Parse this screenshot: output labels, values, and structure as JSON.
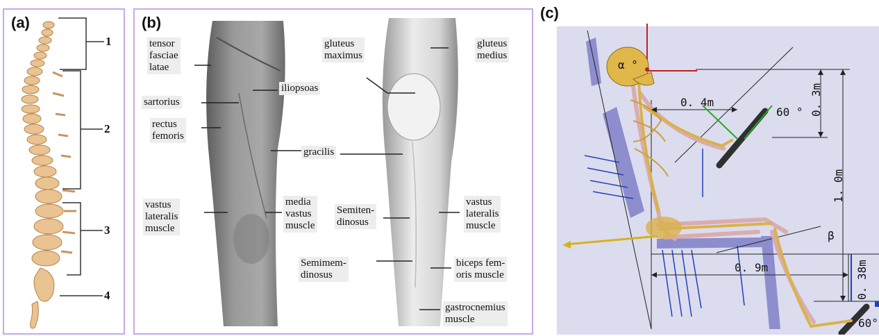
{
  "panel_a": {
    "label": "(a)",
    "markers": [
      "1",
      "2",
      "3",
      "4"
    ]
  },
  "panel_b": {
    "label": "(b)",
    "muscles_front": [
      {
        "key": "tensor",
        "text": "tensor\nfasciae\nlatae"
      },
      {
        "key": "iliopsoas",
        "text": "iliopsoas"
      },
      {
        "key": "sartorius",
        "text": "sartorius"
      },
      {
        "key": "rectus",
        "text": "rectus\nfemoris"
      },
      {
        "key": "vastus-lateralis-front",
        "text": "vastus\nlateralis\nmuscle"
      },
      {
        "key": "media-vastus",
        "text": "media\nvastus\nmuscle"
      }
    ],
    "muscles_back": [
      {
        "key": "gluteus-maximus",
        "text": "gluteus\nmaximus"
      },
      {
        "key": "gluteus-medius",
        "text": "gluteus\nmedius"
      },
      {
        "key": "gracilis",
        "text": "gracilis"
      },
      {
        "key": "semitendinosus",
        "text": "Semiten-\ndinosus"
      },
      {
        "key": "vastus-lateralis-back",
        "text": "vastus\nlateralis\nmuscle"
      },
      {
        "key": "semimembranosus",
        "text": "Semimem-\ndinosus"
      },
      {
        "key": "biceps-femoris",
        "text": "biceps fem-\noris muscle"
      },
      {
        "key": "gastrocnemius",
        "text": "gastrocnemius\nmuscle"
      }
    ]
  },
  "panel_c": {
    "label": "(c)",
    "alpha": "α °",
    "dim_04": "0. 4m",
    "dim_03": "0. 3m",
    "angle_60_top": "60 °",
    "dim_10": "1. 0m",
    "beta": "β",
    "dim_09": "0. 9m",
    "dim_038": "0. 38m",
    "angle_60_bottom": "60°"
  },
  "colors": {
    "panel_border": "#c9a8e8",
    "label_bg": "#ededed",
    "sim_bg": "#dcdcef",
    "bone": "#d9b24a",
    "muscle": "#d9a9a9",
    "seat": "#8080c8"
  }
}
